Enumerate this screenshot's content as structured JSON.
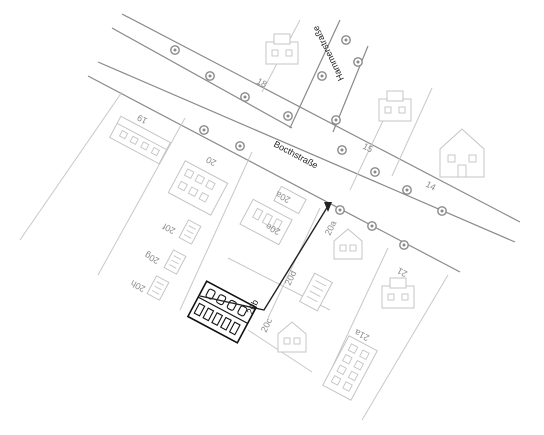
{
  "streets": {
    "main": "Bocthstraße",
    "side": "Hammerstraße"
  },
  "house_numbers": {
    "n19": "19",
    "n18": "18",
    "n20": "20",
    "n15": "15",
    "n14": "14",
    "n20a": "20a",
    "n20f": "20f",
    "n20g": "20g",
    "n20h": "20h",
    "n20e": "20e",
    "n20d": "20d",
    "n20c": "20c",
    "n20b": "20b",
    "n21": "21",
    "n21a": "21a"
  },
  "icons": {
    "street_lamp": "street-lamp-icon",
    "house": "house-icon",
    "route_arrow": "arrow-icon"
  },
  "colors": {
    "road": "#8a8a8a",
    "plot": "#c8c8c8",
    "highlight": "#111111"
  }
}
